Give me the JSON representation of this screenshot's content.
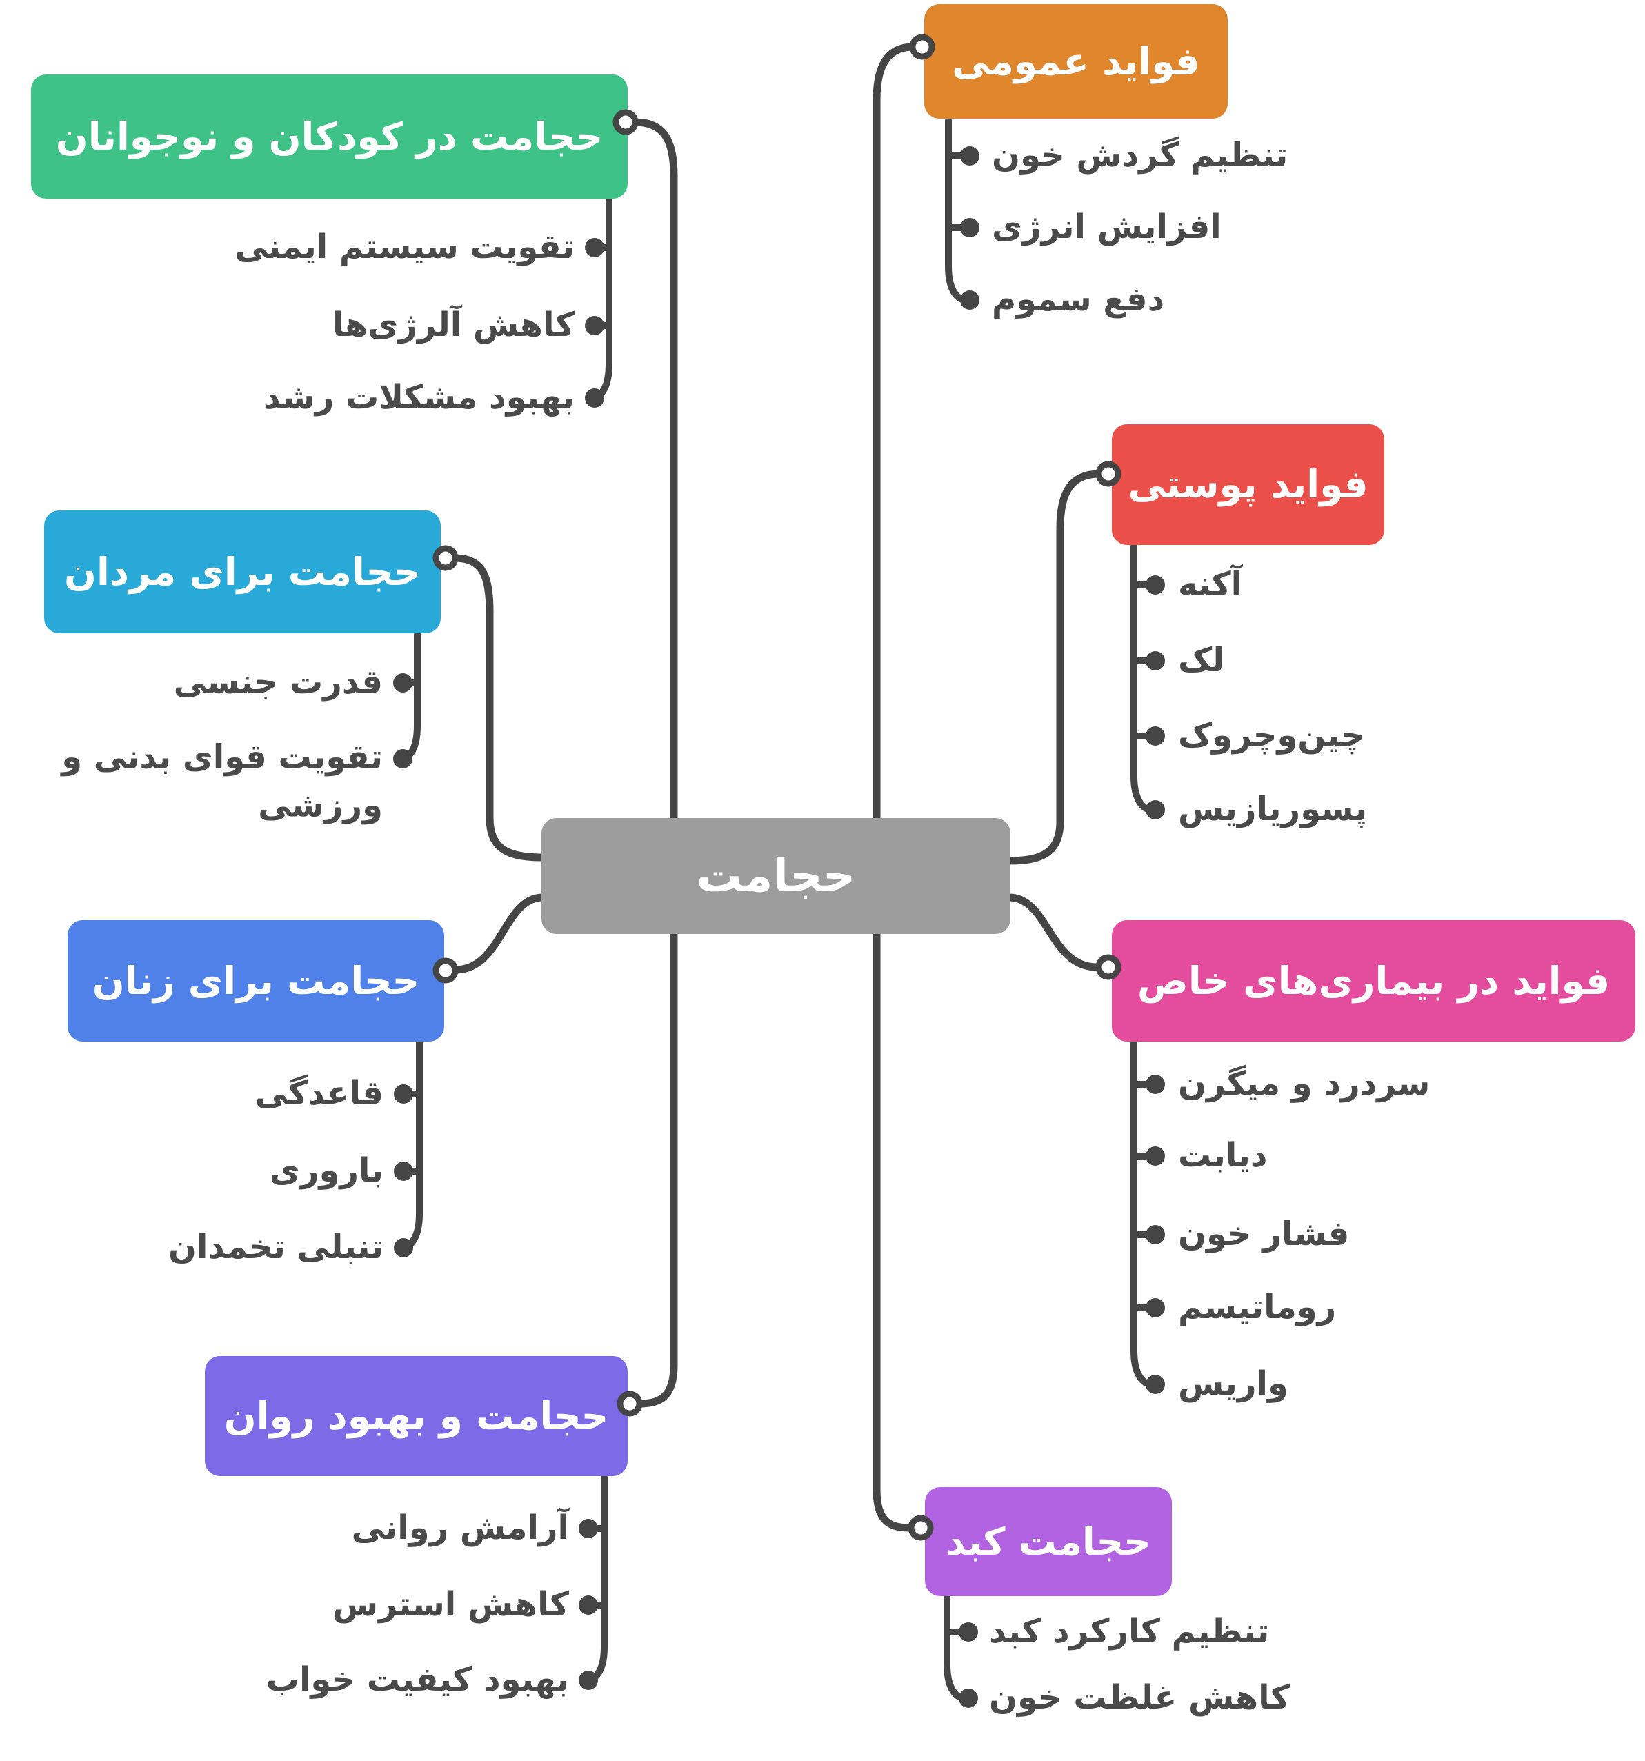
{
  "background": "#ffffff",
  "line_color": "#454545",
  "item_text_color": "#4a4a4a",
  "center": {
    "label": "حجامت",
    "color": "#9d9d9d",
    "text_color": "#ffffff"
  },
  "branches": [
    {
      "id": "children",
      "label": "حجامت در کودکان و نوجوانان",
      "color": "#3ec287",
      "side": "left",
      "items": [
        "تقویت سیستم ایمنی",
        "کاهش آلرژی‌ها",
        "بهبود مشکلات رشد"
      ]
    },
    {
      "id": "general-benefits",
      "label": "فواید عمومی",
      "color": "#e0862d",
      "side": "right",
      "items": [
        "تنظیم گردش خون",
        "افزایش انرژی",
        "دفع سموم"
      ]
    },
    {
      "id": "men",
      "label": "حجامت برای مردان",
      "color": "#29a9d8",
      "side": "left",
      "items": [
        "قدرت جنسی",
        "تقویت قوای بدنی و\nورزشی"
      ]
    },
    {
      "id": "skin-benefits",
      "label": "فواید پوستی",
      "color": "#ea4f4a",
      "side": "right",
      "items": [
        "آکنه",
        "لک",
        "چین‌وچروک",
        "پسوریازیس"
      ]
    },
    {
      "id": "women",
      "label": "حجامت برای زنان",
      "color": "#4f81e9",
      "side": "left",
      "items": [
        "قاعدگی",
        "باروری",
        "تنبلی تخمدان"
      ]
    },
    {
      "id": "special-diseases",
      "label": "فواید در بیماری‌های خاص",
      "color": "#e44c9d",
      "side": "right",
      "items": [
        "سردرد و میگرن",
        "دیابت",
        "فشار خون",
        "روماتیسم",
        "واریس"
      ]
    },
    {
      "id": "mental-health",
      "label": "حجامت و بهبود روان",
      "color": "#7d6ae6",
      "side": "left",
      "items": [
        "آرامش روانی",
        "کاهش استرس",
        "بهبود کیفیت خواب"
      ]
    },
    {
      "id": "liver",
      "label": "حجامت کبد",
      "color": "#b163e2",
      "side": "right",
      "items": [
        "تنظیم کارکرد کبد",
        "کاهش غلظت خون"
      ]
    }
  ]
}
